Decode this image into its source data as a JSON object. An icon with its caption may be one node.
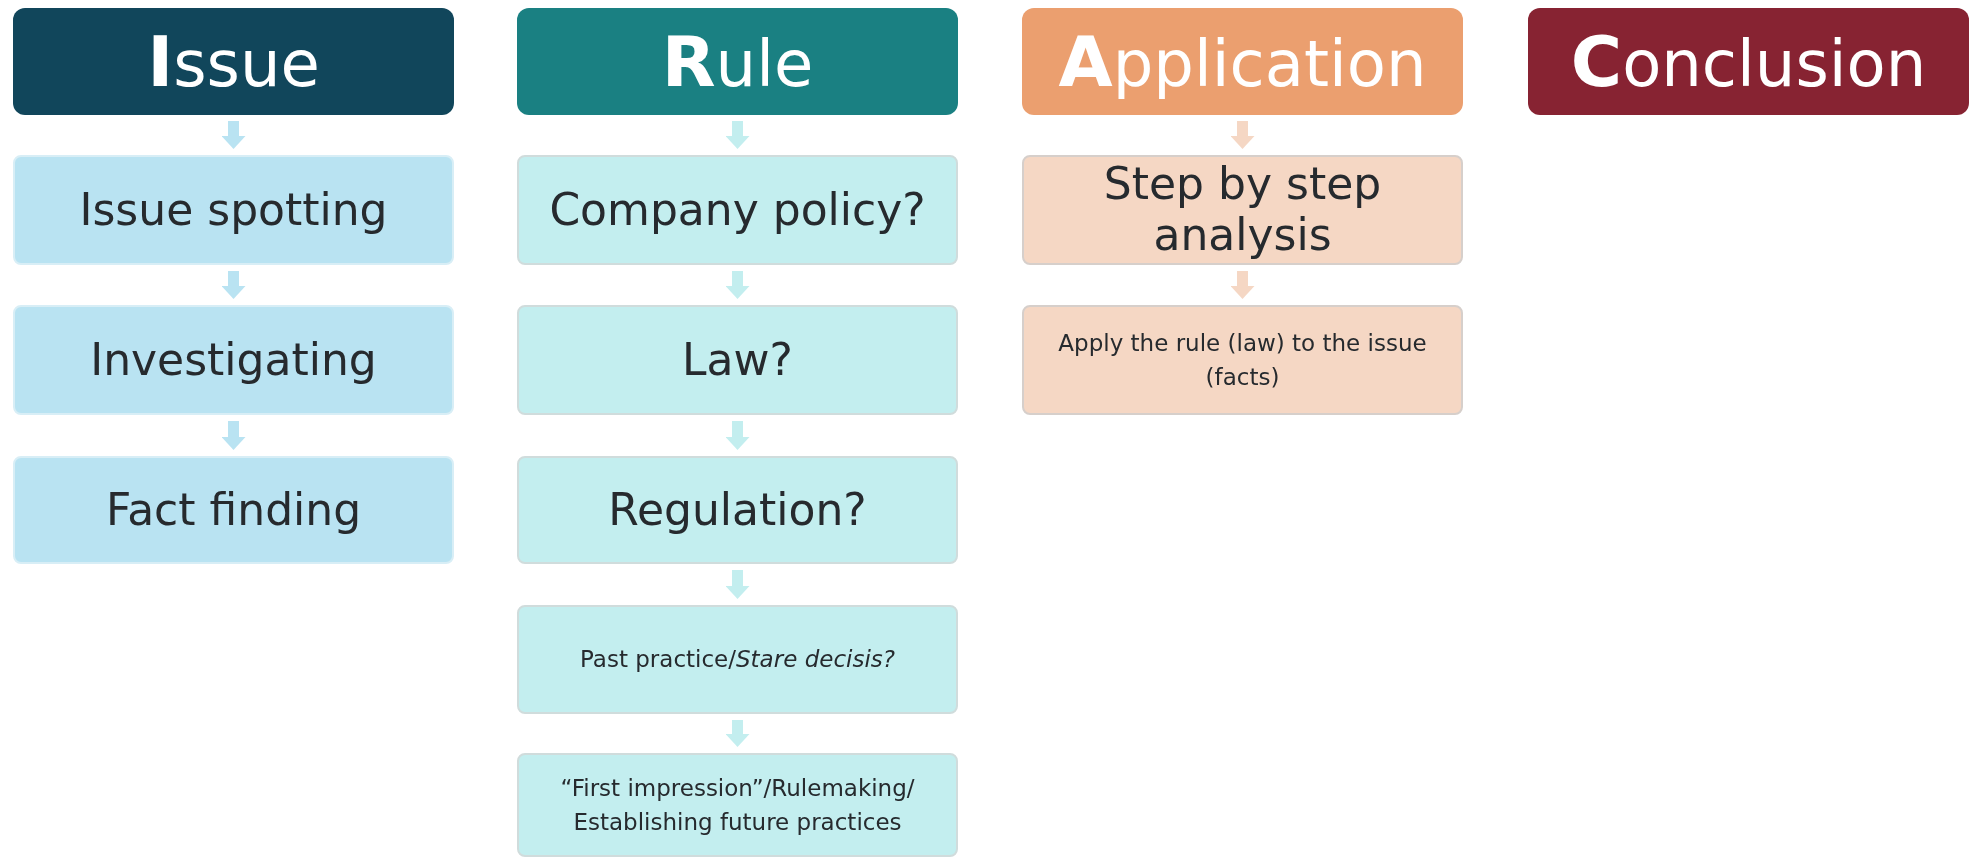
{
  "diagram": {
    "nodes": [
      {
        "text": [
          "**I**ssue"
        ]
      },
      {
        "text": [
          "Issue spotting"
        ]
      },
      {
        "text": [
          "Investigating"
        ]
      },
      {
        "text": [
          "Fact finding"
        ]
      },
      {
        "text": [
          "**R**ule"
        ]
      },
      {
        "text": [
          "Company policy?"
        ]
      },
      {
        "text": [
          "Law?"
        ]
      },
      {
        "text": [
          "Regulation?"
        ]
      },
      {
        "text": [
          "Past practice/*Stare decisis?*"
        ]
      },
      {
        "text": [
          "“First impression”/Rulemaking/ Establishing future practices"
        ]
      },
      {
        "text": [
          "**A**pplication"
        ]
      },
      {
        "text": [
          "Step by step analysis"
        ]
      },
      {
        "text": [
          "Apply the rule (law) to the issue (facts)"
        ]
      },
      {
        "text": [
          "**C**onclusion"
        ]
      }
    ],
    "edges": [
      {
        "from": 0,
        "to": 1,
        "arrow": "to",
        "color": "#b9e3f2"
      },
      {
        "from": 1,
        "to": 2,
        "arrow": "to",
        "color": "#b9e3f2"
      },
      {
        "from": 2,
        "to": 3,
        "arrow": "to",
        "color": "#b9e3f2"
      },
      {
        "from": 4,
        "to": 5,
        "arrow": "to",
        "color": "#c3eeef"
      },
      {
        "from": 5,
        "to": 6,
        "arrow": "to",
        "color": "#c3eeef"
      },
      {
        "from": 6,
        "to": 7,
        "arrow": "to",
        "color": "#c3eeef"
      },
      {
        "from": 7,
        "to": 8,
        "arrow": "to",
        "color": "#c3eeef"
      },
      {
        "from": 8,
        "to": 9,
        "arrow": "to",
        "color": "#c3eeef"
      },
      {
        "from": 10,
        "to": 11,
        "arrow": "to",
        "color": "#f5d7c4"
      },
      {
        "from": 11,
        "to": 12,
        "arrow": "to",
        "color": "#f5d7c4"
      }
    ]
  }
}
